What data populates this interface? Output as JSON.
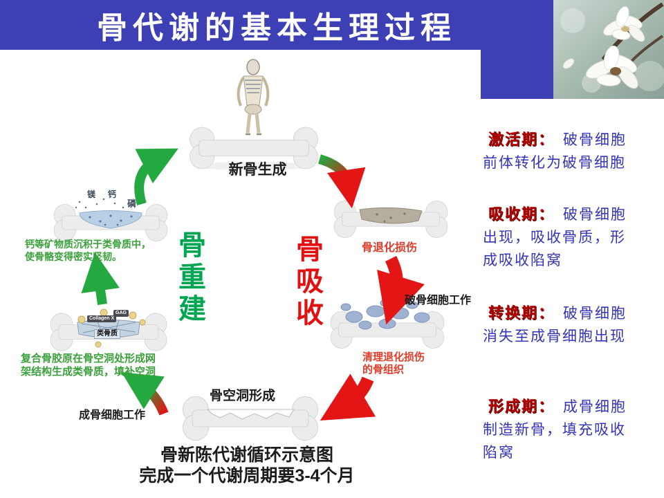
{
  "header": {
    "title": "骨代谢的基本生理过程"
  },
  "diagram": {
    "new_bone": "新骨生成",
    "minerals": [
      "镁",
      "钙",
      "磷"
    ],
    "green1a": "钙等矿物质沉积于类骨质中，",
    "green1b": "使骨骼变得密实坚韧。",
    "remodel": "骨重建",
    "resorb": "骨吸收",
    "degraded": "骨退化损伤",
    "osteoclast_work": "破骨细胞工作",
    "clear1": "清理退化损伤",
    "clear2": "的骨组织",
    "cavity": "骨空洞形成",
    "osteoblast_work": "成骨细胞工作",
    "collagen": "Collagen X",
    "gag": "GAG",
    "osteoid": "类骨质",
    "green2a": "复合骨胶原在骨空洞处形成网",
    "green2b": "架结构生成类骨质，填补空洞",
    "cap1": "骨新陈代谢循环示意图",
    "cap2": "完成一个代谢周期要3-4个月"
  },
  "phases": [
    {
      "term": "激活期：",
      "desc": "破骨细胞前体转化为破骨细胞"
    },
    {
      "term": "吸收期：",
      "desc": "破骨细胞出现，吸收骨质，形成吸收陷窝"
    },
    {
      "term": "转换期：",
      "desc": "破骨细胞消失至成骨细胞出现"
    },
    {
      "term": "形成期：",
      "desc": "成骨细胞制造新骨，填充吸收陷窝"
    }
  ],
  "colors": {
    "banner_blue": "#3d40b4",
    "title_white": "#ffffff",
    "cycle_green": "#23a93f",
    "remodel_green": "#00a551",
    "cycle_red": "#e31515",
    "label_red": "#e03c28",
    "phase_term_red": "#b50000",
    "phase_text_blue": "#3434b8",
    "note_green": "#3ba03b"
  }
}
